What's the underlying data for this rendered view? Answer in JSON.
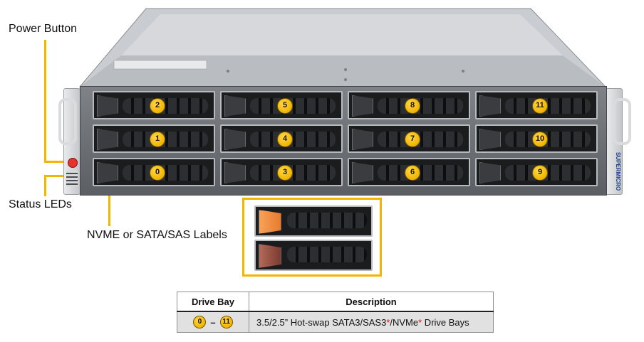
{
  "callouts": {
    "power_button": "Power Button",
    "status_leds": "Status LEDs",
    "drive_labels": "NVME or SATA/SAS Labels"
  },
  "bays": {
    "col1": [
      "2",
      "1",
      "0"
    ],
    "col2": [
      "5",
      "4",
      "3"
    ],
    "col3": [
      "8",
      "7",
      "6"
    ],
    "col4": [
      "11",
      "10",
      "9"
    ]
  },
  "brand_text": "SUPERMICRO",
  "table": {
    "header_bay": "Drive Bay",
    "header_desc": "Description",
    "row_from": "0",
    "row_dash": "–",
    "row_to": "11",
    "desc_a": "3.5/2.5” Hot-swap SATA3/SAS3",
    "asterisk": "*",
    "desc_b": "/NVMe",
    "desc_c": " Drive Bays"
  },
  "colors": {
    "highlight": "#f2b600",
    "badge": "#f0b400",
    "asterisk": "#d01818"
  }
}
